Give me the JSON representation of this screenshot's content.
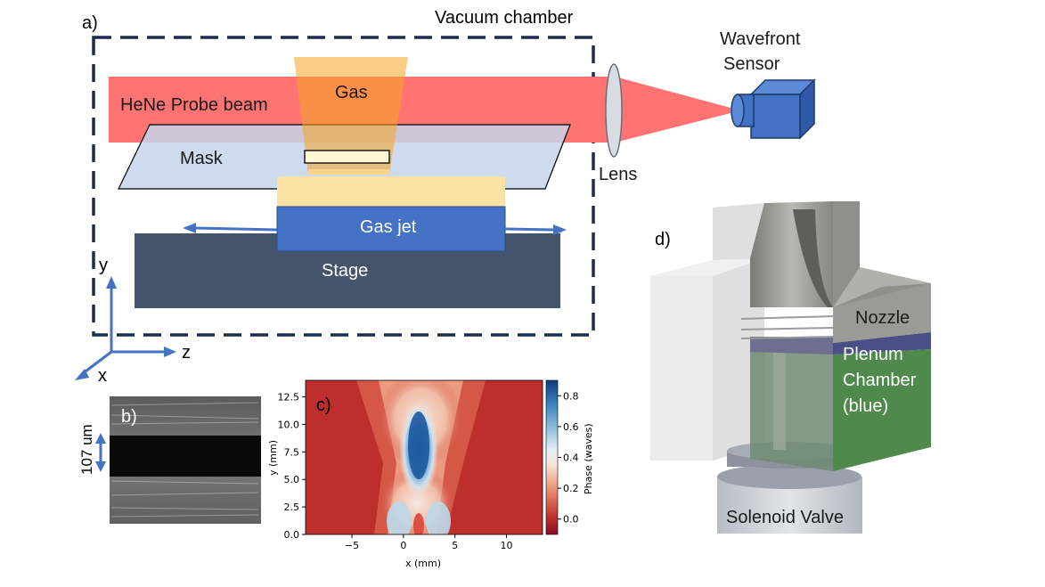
{
  "panels": {
    "a": {
      "label": "a)",
      "chamber_label": "Vacuum chamber",
      "probe_beam_label": "HeNe Probe beam",
      "gas_label": "Gas",
      "mask_label": "Mask",
      "gas_jet_label": "Gas jet",
      "stage_label": "Stage",
      "lens_label": "Lens",
      "sensor_label_line1": "Wavefront",
      "sensor_label_line2": "Sensor",
      "axis_y": "y",
      "axis_z": "z",
      "axis_x": "x"
    },
    "b": {
      "label": "b)",
      "scale_label": "107 um"
    },
    "c": {
      "label": "c)",
      "xlabel": "x (mm)",
      "ylabel": "y (mm)",
      "colorbar_label": "Phase (waves)",
      "xticks": [
        "−5",
        "0",
        "5",
        "10"
      ],
      "yticks": [
        "0.0",
        "2.5",
        "5.0",
        "7.5",
        "10.0",
        "12.5"
      ],
      "cbar_ticks": [
        "0.0",
        "0.2",
        "0.4",
        "0.6",
        "0.8"
      ]
    },
    "d": {
      "label": "d)",
      "nozzle_label": "Nozzle",
      "plenum_label": "Plenum",
      "chamber_label_line1": "Chamber",
      "chamber_label_line2": "(blue)",
      "valve_label": "Solenoid Valve"
    }
  },
  "colors": {
    "probe_beam": "#ff7373",
    "gas": "#f5a623",
    "mask": "#c5d3ea",
    "gas_jet": "#4472c4",
    "stage": "#44546a",
    "chamber_border": "#1f2d4d",
    "nozzle": "#8c8c88",
    "plenum": "#4a4f86",
    "chamber_green": "#4f8a4c"
  },
  "chart_data": {
    "type": "heatmap",
    "xlabel": "x (mm)",
    "ylabel": "y (mm)",
    "xlim": [
      -9.5,
      13.5
    ],
    "ylim": [
      0,
      14
    ],
    "colorbar_label": "Phase (waves)",
    "colorbar_range": [
      -0.1,
      0.9
    ],
    "colormap": "RdBu",
    "features": [
      {
        "description_value": "jet core phase maximum",
        "x": 1.5,
        "y": 7.5,
        "phase": 0.85
      },
      {
        "description_value": "background phase",
        "phase": -0.05
      }
    ]
  }
}
